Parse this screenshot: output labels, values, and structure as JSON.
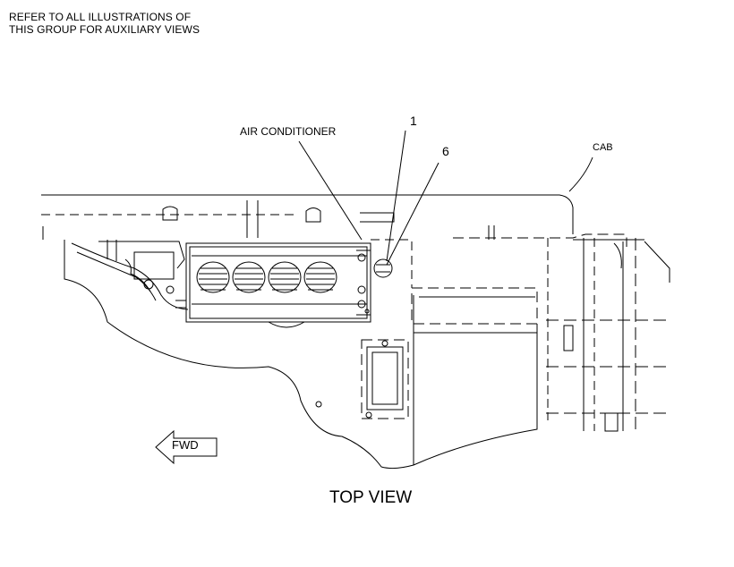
{
  "note": {
    "line1": "REFER TO ALL ILLUSTRATIONS OF",
    "line2": "THIS GROUP FOR AUXILIARY VIEWS"
  },
  "callouts": {
    "air_conditioner": "AIR CONDITIONER",
    "item_1": "1",
    "item_6": "6",
    "cab": "CAB"
  },
  "direction_arrow": {
    "label": "FWD"
  },
  "view_title": "TOP VIEW",
  "colors": {
    "line": "#000000",
    "background": "#ffffff"
  }
}
